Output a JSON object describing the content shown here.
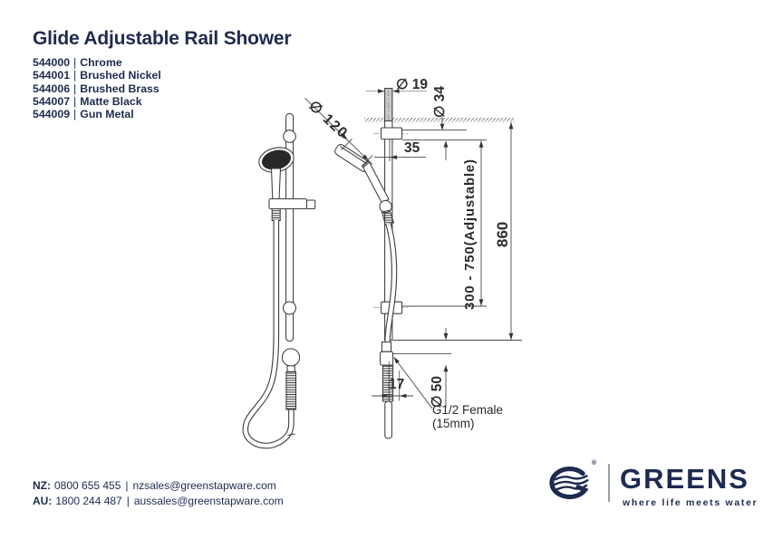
{
  "header": {
    "title": "Glide Adjustable Rail Shower"
  },
  "strings": {
    "pipe": "|"
  },
  "products": [
    {
      "code": "544000",
      "finish": "Chrome"
    },
    {
      "code": "544001",
      "finish": "Brushed Nickel"
    },
    {
      "code": "544006",
      "finish": "Brushed Brass"
    },
    {
      "code": "544007",
      "finish": "Matte Black"
    },
    {
      "code": "544009",
      "finish": "Gun Metal"
    }
  ],
  "drawing": {
    "dimensions": {
      "rail_diameter": "∅ 19",
      "flange_diameter": "∅ 34",
      "head_diameter": "∅ 120",
      "bracket_offset": "35",
      "adjustable_range": "300 - 750(Adjustable)",
      "overall_height": "860",
      "hose_offset": "17",
      "elbow_diameter": "∅ 50",
      "inlet_note_line1": "G1/2 Female",
      "inlet_note_line2": "(15mm)"
    }
  },
  "footer": {
    "nz_label": "NZ:",
    "nz_phone": "0800 655 455",
    "nz_email": "nzsales@greenstapware.com",
    "au_label": "AU:",
    "au_phone": "1800 244 487",
    "au_email": "aussales@greenstapware.com",
    "brand": {
      "name": "GREENS",
      "tagline": "where life meets water",
      "registered": "®"
    }
  },
  "colors": {
    "navy": "#1e2b50",
    "line": "#3c3c3c"
  }
}
